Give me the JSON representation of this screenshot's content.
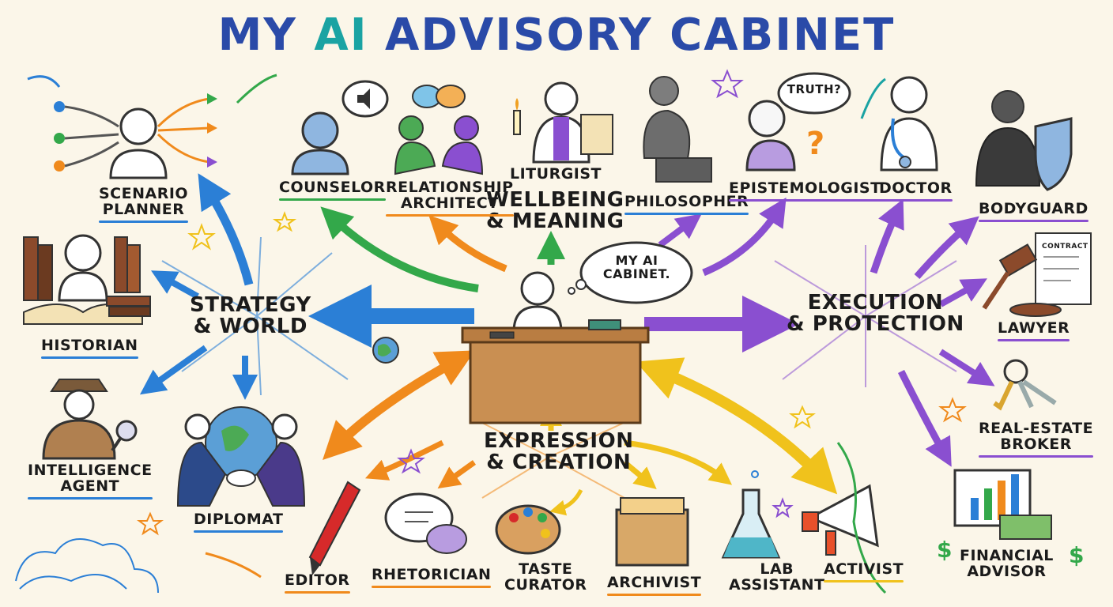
{
  "title": {
    "prefix": "MY ",
    "highlight": "AI",
    "suffix": " ADVISORY CABINET"
  },
  "center": {
    "thought": "MY AI CABINET."
  },
  "hubs": {
    "strategy": {
      "l1": "STRATEGY",
      "l2": "& WORLD"
    },
    "wellbeing": {
      "l1": "WELLBEING",
      "l2": "& MEANING"
    },
    "execution": {
      "l1": "EXECUTION",
      "l2": "& PROTECTION"
    },
    "expression": {
      "l1": "EXPRESSION",
      "l2": "& CREATION"
    }
  },
  "roles": {
    "scenario_planner": {
      "l1": "SCENARIO",
      "l2": "PLANNER",
      "color": "#2b7fd6"
    },
    "historian": {
      "l1": "HISTORIAN",
      "color": "#2b7fd6"
    },
    "intelligence_agent": {
      "l1": "INTELLIGENCE",
      "l2": "AGENT",
      "color": "#2b7fd6"
    },
    "diplomat": {
      "l1": "DIPLOMAT",
      "color": "#2b7fd6"
    },
    "counselor": {
      "l1": "COUNSELOR",
      "color": "#33a84a"
    },
    "relationship_architect": {
      "l1": "RELATIONSHIP",
      "l2": "ARCHITECT",
      "color": "#f08a1c"
    },
    "liturgist": {
      "l1": "LITURGIST",
      "color": "#33a84a"
    },
    "philosopher": {
      "l1": "PHILOSOPHER",
      "color": "#2b7fd6"
    },
    "epistemologist": {
      "l1": "EPISTEMOLOGIST",
      "color": "#8a4fd0"
    },
    "doctor": {
      "l1": "DOCTOR",
      "color": "#8a4fd0"
    },
    "bodyguard": {
      "l1": "BODYGUARD",
      "color": "#8a4fd0"
    },
    "lawyer": {
      "l1": "LAWYER",
      "color": "#8a4fd0"
    },
    "real_estate_broker": {
      "l1": "REAL-ESTATE",
      "l2": "BROKER",
      "color": "#8a4fd0"
    },
    "financial_advisor": {
      "l1": "FINANCIAL",
      "l2": "ADVISOR",
      "color": "#8a4fd0"
    },
    "editor": {
      "l1": "EDITOR",
      "color": "#f08a1c"
    },
    "rhetorician": {
      "l1": "RHETORICIAN",
      "color": "#f08a1c"
    },
    "taste_curator": {
      "l1": "TASTE",
      "l2": "CURATOR",
      "color": "#f08a1c"
    },
    "archivist": {
      "l1": "ARCHIVIST",
      "color": "#f08a1c"
    },
    "lab_assistant": {
      "l1": "LAB",
      "l2": "ASSISTANT",
      "color": "#f0c21c"
    },
    "activist": {
      "l1": "ACTIVIST",
      "color": "#f0c21c"
    }
  },
  "bubbles": {
    "truth": "TRUTH?",
    "contract": "CONTRACT"
  },
  "colors": {
    "blue": "#2b7fd6",
    "green": "#33a84a",
    "orange": "#f08a1c",
    "purple": "#8a4fd0",
    "yellow": "#f0c21c",
    "title": "#2a4aa8",
    "teal": "#1aa3a3"
  }
}
